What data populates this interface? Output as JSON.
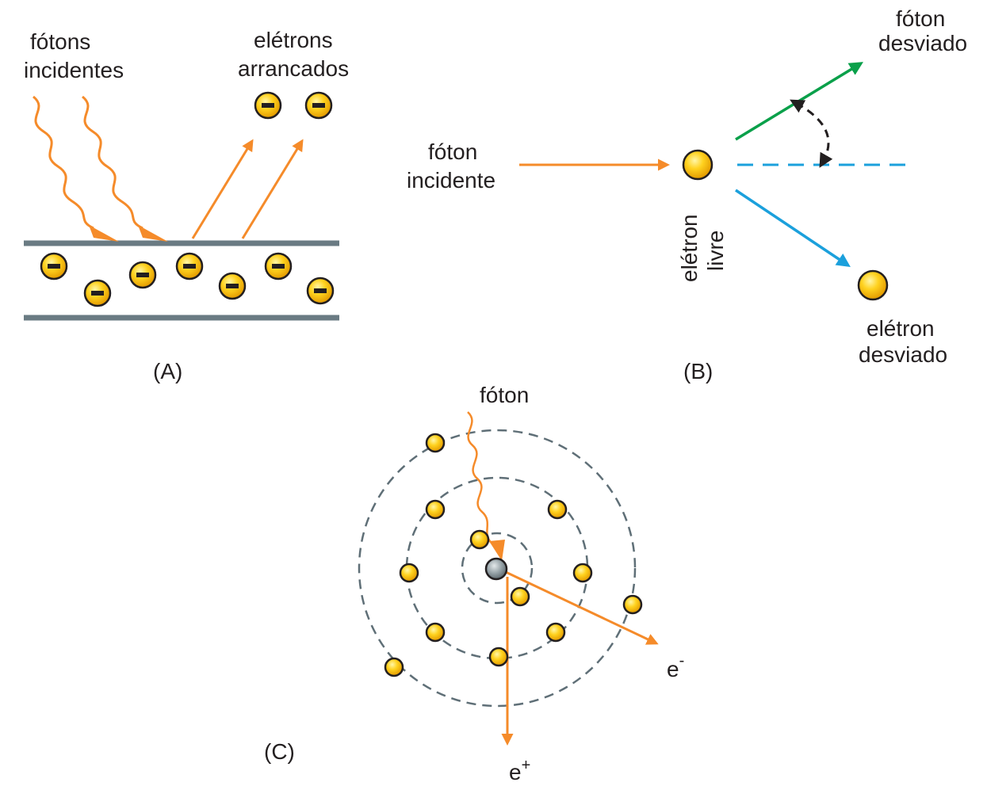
{
  "colors": {
    "orange": "#f58b2a",
    "green": "#0aa04a",
    "blue": "#1ba0dc",
    "plate": "#6a7b83",
    "orbit": "#5f6f77",
    "electron": "#f7b90a",
    "nucleus": "#8c979c",
    "text": "#231f20"
  },
  "panel_a": {
    "label": "(A)",
    "incident_label_line1": "fótons",
    "incident_label_line2": "incidentes",
    "ejected_label_line1": "elétrons",
    "ejected_label_line2": "arrancados",
    "electron_sign": "-"
  },
  "panel_b": {
    "label": "(B)",
    "incident_label_line1": "fóton",
    "incident_label_line2": "incidente",
    "free_electron_line1": "elétron",
    "free_electron_line2": "livre",
    "scattered_photon_line1": "fóton",
    "scattered_photon_line2": "desviado",
    "scattered_electron_line1": "elétron",
    "scattered_electron_line2": "desviado"
  },
  "panel_c": {
    "label": "(C)",
    "photon_label": "fóton",
    "electron_base": "e",
    "electron_sup": "-",
    "positron_base": "e",
    "positron_sup": "+"
  }
}
